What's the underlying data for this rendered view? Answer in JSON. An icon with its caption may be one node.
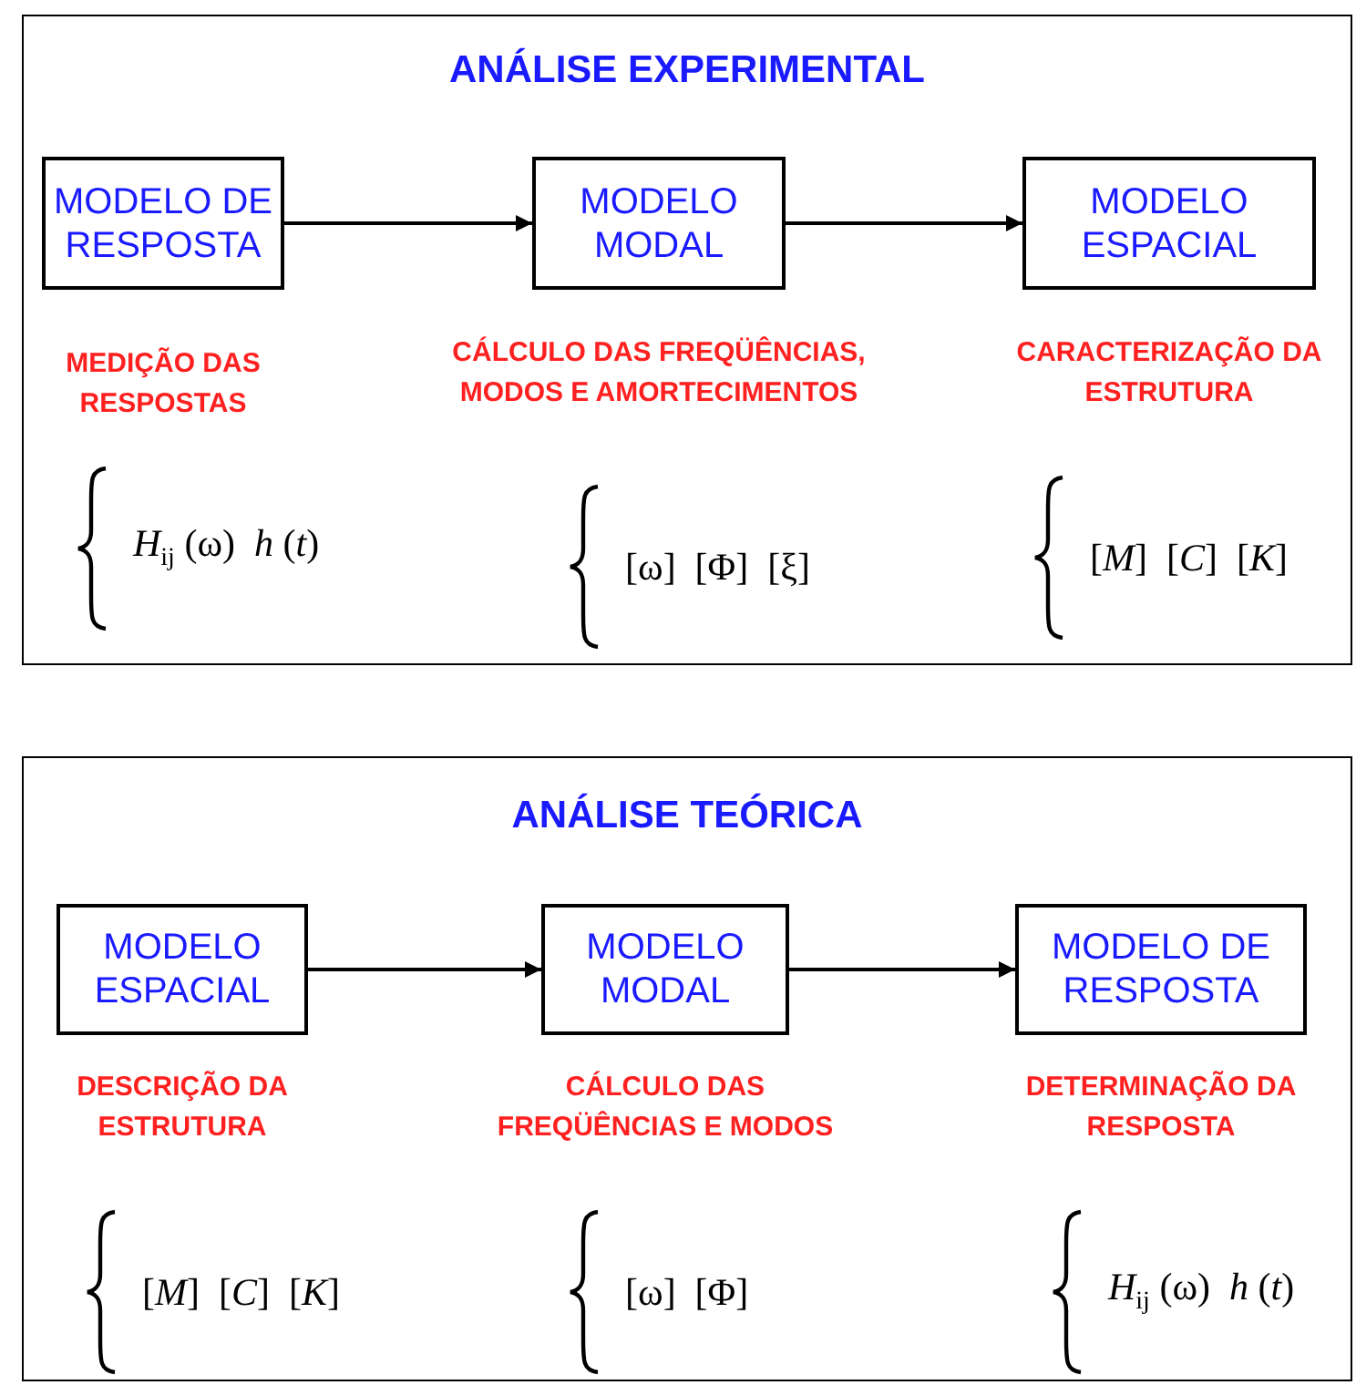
{
  "diagram": {
    "nodes": [
      {
        "text": [
          "ANÁLISE EXPERIMENTAL"
        ]
      },
      {
        "text": [
          "MODELO DE RESPOSTA"
        ],
        "in": 0,
        "beside": [
          "MEDIÇÃO DAS RESPOSTAS",
          "*H*$_{ij}$ (ω)  *h* (*t*)"
        ]
      },
      {
        "text": [
          "MODELO MODAL"
        ],
        "in": 0,
        "beside": [
          "CÁLCULO DAS FREQÜÊNCIAS, MODOS E AMORTECIMENTOS",
          "[ω]  [Φ]  [ξ]"
        ]
      },
      {
        "text": [
          "MODELO ESPACIAL"
        ],
        "in": 0,
        "beside": [
          "CARACTERIZAÇÃO DA ESTRUTURA",
          "[*M*]  [*C*]  [*K*]"
        ]
      },
      {
        "text": [
          "ANÁLISE TEÓRICA"
        ]
      },
      {
        "text": [
          "MODELO ESPACIAL"
        ],
        "in": 4,
        "beside": [
          "DESCRIÇÃO DA ESTRUTURA",
          "[*M*]  [*C*]  [*K*]"
        ]
      },
      {
        "text": [
          "MODELO MODAL"
        ],
        "in": 4,
        "beside": [
          "CÁLCULO DAS FREQÜÊNCIAS E MODOS",
          "[ω]  [Φ]"
        ]
      },
      {
        "text": [
          "MODELO DE RESPOSTA"
        ],
        "in": 4,
        "beside": [
          "DETERMINAÇÃO DA RESPOSTA",
          "*H*$_{ij}$ (ω)  *h* (*t*)"
        ]
      }
    ],
    "edges": [
      {
        "from": 1,
        "to": 2,
        "arrow": "to"
      },
      {
        "from": 2,
        "to": 3,
        "arrow": "to"
      },
      {
        "from": 5,
        "to": 6,
        "arrow": "to"
      },
      {
        "from": 6,
        "to": 7,
        "arrow": "to"
      }
    ]
  }
}
